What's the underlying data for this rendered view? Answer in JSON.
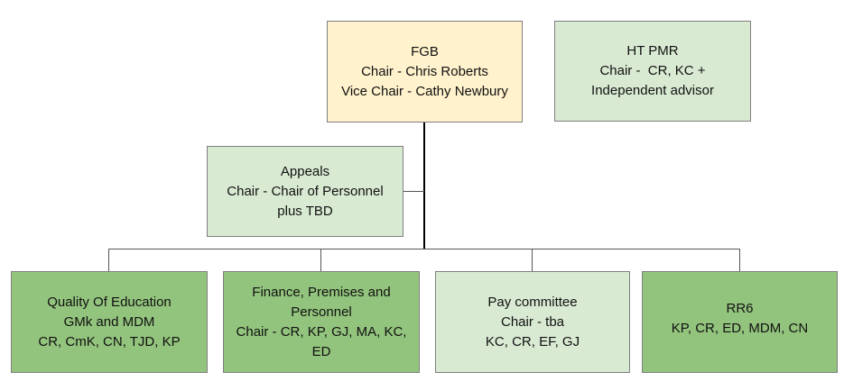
{
  "colors": {
    "top": "#fff2cc",
    "light": "#d9ead3",
    "dark": "#93c47d",
    "border": "#7f7f7f",
    "connector": "#000000"
  },
  "nodes": {
    "fgb": {
      "lines": [
        "FGB",
        "Chair - Chris Roberts",
        "Vice Chair - Cathy Newbury"
      ]
    },
    "ht_pmr": {
      "lines": [
        "HT PMR",
        "Chair -  CR, KC +",
        "Independent advisor"
      ]
    },
    "appeals": {
      "lines": [
        "Appeals",
        "Chair - Chair of Personnel",
        "plus TBD"
      ]
    },
    "quality": {
      "lines": [
        "Quality Of Education",
        "GMk and MDM",
        "CR, CmK, CN, TJD, KP"
      ]
    },
    "finance": {
      "lines": [
        "Finance, Premises and",
        "Personnel",
        "Chair - CR, KP, GJ, MA, KC,",
        "ED"
      ]
    },
    "pay": {
      "lines": [
        "Pay committee",
        "Chair - tba",
        "KC, CR, EF, GJ"
      ]
    },
    "rr6": {
      "lines": [
        "RR6",
        "KP, CR, ED, MDM, CN"
      ]
    }
  }
}
